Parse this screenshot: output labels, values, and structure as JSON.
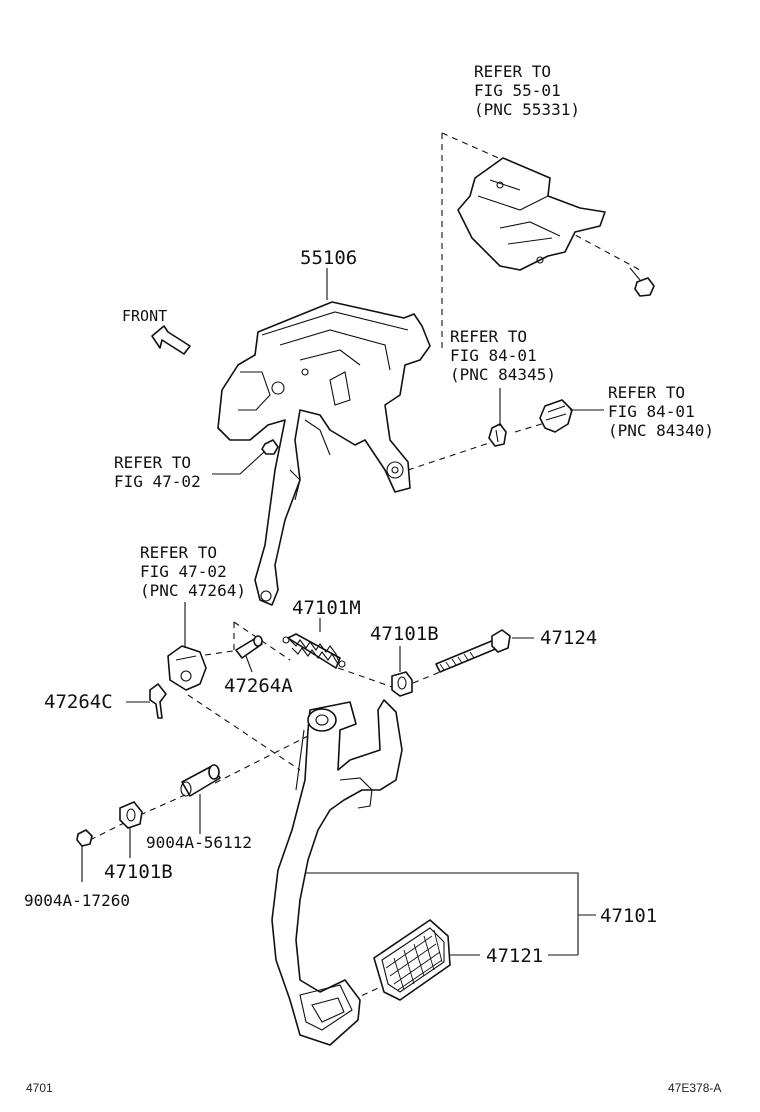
{
  "labels": {
    "ref_55331": [
      "REFER TO",
      "FIG 55-01",
      "(PNC 55331)"
    ],
    "ref_84345": [
      "REFER TO",
      "FIG 84-01",
      "(PNC 84345)"
    ],
    "ref_84340": [
      "REFER TO",
      "FIG 84-01",
      "(PNC 84340)"
    ],
    "ref_4702a": [
      "REFER TO",
      "FIG 47-02"
    ],
    "ref_47264": [
      "REFER TO",
      "FIG 47-02",
      "(PNC 47264)"
    ],
    "p55106": "55106",
    "front": "FRONT",
    "p47101M": "47101M",
    "p47101B_top": "47101B",
    "p47124": "47124",
    "p47264C": "47264C",
    "p47264A": "47264A",
    "p9004A56112": "9004A-56112",
    "p47101B_bottom": "47101B",
    "p9004A17260": "9004A-17260",
    "p47101": "47101",
    "p47121": "47121"
  },
  "footer": {
    "left_code": "4701",
    "right_code": "47E378-A"
  }
}
